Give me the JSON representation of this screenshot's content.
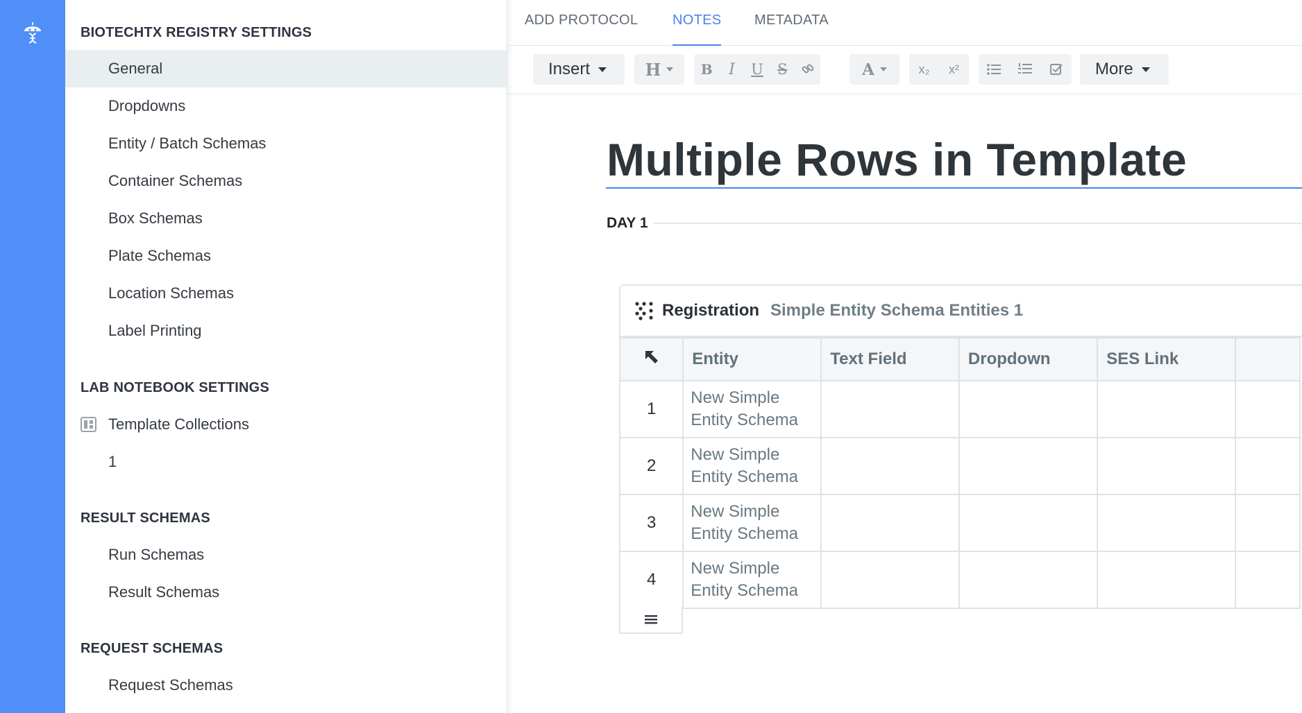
{
  "sidebar": {
    "registry_title": "BIOTECHTX REGISTRY SETTINGS",
    "registry_items": [
      "General",
      "Dropdowns",
      "Entity / Batch Schemas",
      "Container Schemas",
      "Box Schemas",
      "Plate Schemas",
      "Location Schemas",
      "Label Printing"
    ],
    "notebook_title": "LAB NOTEBOOK SETTINGS",
    "notebook_items": [
      "Template Collections",
      "1"
    ],
    "result_title": "RESULT SCHEMAS",
    "result_items": [
      "Run Schemas",
      "Result Schemas"
    ],
    "request_title": "REQUEST SCHEMAS",
    "request_items": [
      "Request Schemas"
    ]
  },
  "tabs": [
    "ADD PROTOCOL",
    "NOTES",
    "METADATA"
  ],
  "toolbar": {
    "insert_label": "Insert",
    "heading_label": "H",
    "bold_label": "B",
    "italic_label": "I",
    "underline_label": "U",
    "strike_label": "S",
    "font_color_label": "A",
    "subscript_label": "x₂",
    "superscript_label": "x²",
    "more_label": "More"
  },
  "document": {
    "title": "Multiple Rows in Template",
    "section_label": "DAY 1"
  },
  "registration": {
    "label": "Registration",
    "schema_name": "Simple Entity Schema Entities 1",
    "columns": [
      "Entity",
      "Text Field",
      "Dropdown",
      "SES Link"
    ],
    "rows": [
      {
        "num": "1",
        "entity_line1": "New Simple",
        "entity_line2": "Entity Schema"
      },
      {
        "num": "2",
        "entity_line1": "New Simple",
        "entity_line2": "Entity Schema"
      },
      {
        "num": "3",
        "entity_line1": "New Simple",
        "entity_line2": "Entity Schema"
      },
      {
        "num": "4",
        "entity_line1": "New Simple",
        "entity_line2": "Entity Schema"
      }
    ]
  },
  "colors": {
    "rail": "#4f8ff7",
    "accent": "#4a83e8",
    "active_nav_bg": "#e9eef1"
  }
}
